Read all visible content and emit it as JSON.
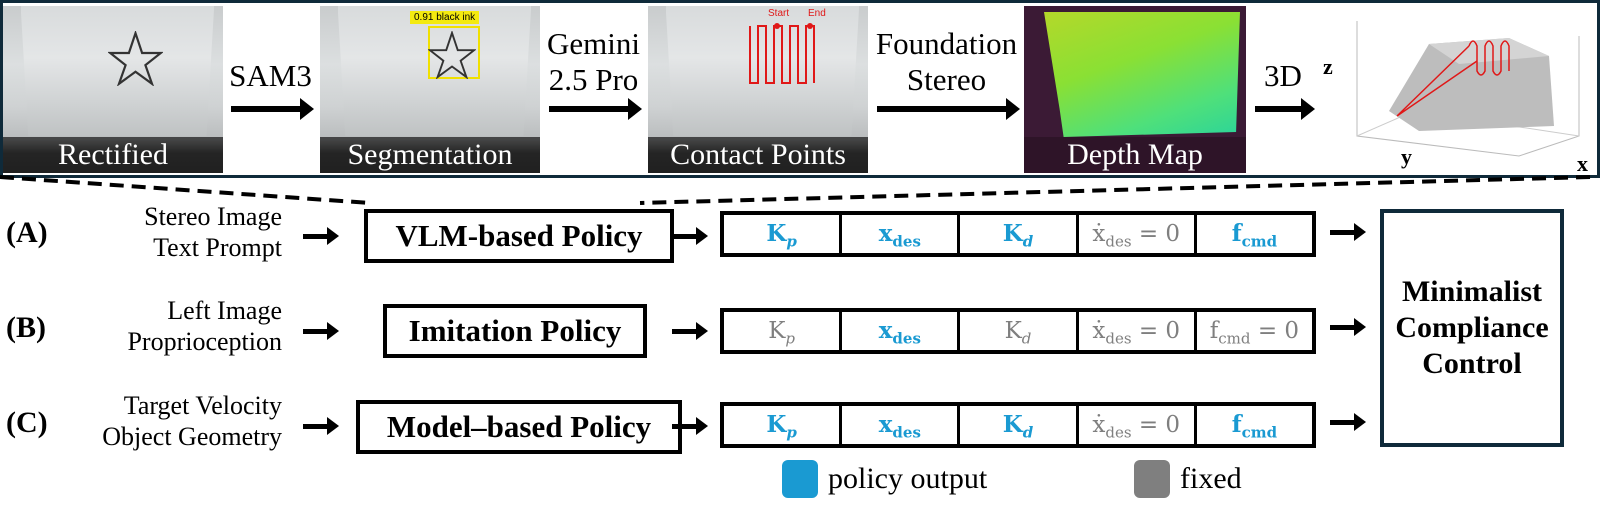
{
  "pipeline": {
    "panels": [
      {
        "caption": "Rectified"
      },
      {
        "caption": "Segmentation",
        "detection_label": "0.91 black ink"
      },
      {
        "caption": "Contact Points",
        "start_label": "Start",
        "end_label": "End"
      },
      {
        "caption": "Depth Map"
      },
      {
        "axis_x": "x",
        "axis_y": "y",
        "axis_z": "z"
      }
    ],
    "steps": [
      {
        "line1": "SAM3",
        "line2": ""
      },
      {
        "line1": "Gemini",
        "line2": "2.5 Pro"
      },
      {
        "line1": "Foundation",
        "line2": "Stereo"
      },
      {
        "line1": "3D",
        "line2": ""
      }
    ]
  },
  "rows": [
    {
      "tag": "(A)",
      "input1": "Stereo Image",
      "input2": "Text Prompt",
      "policy": "VLM-based Policy",
      "params": [
        {
          "base": "K",
          "sub": "p",
          "suffix": "",
          "kind": "policy"
        },
        {
          "base": "x",
          "sub": "des",
          "suffix": "",
          "kind": "policy"
        },
        {
          "base": "K",
          "sub": "d",
          "suffix": "",
          "kind": "policy"
        },
        {
          "base": "ẋ",
          "sub": "des",
          "suffix": " = 0",
          "kind": "fixed"
        },
        {
          "base": "f",
          "sub": "cmd",
          "suffix": "",
          "kind": "policy"
        }
      ]
    },
    {
      "tag": "(B)",
      "input1": "Left Image",
      "input2": "Proprioception",
      "policy": "Imitation Policy",
      "params": [
        {
          "base": "K",
          "sub": "p",
          "suffix": "",
          "kind": "fixed"
        },
        {
          "base": "x",
          "sub": "des",
          "suffix": "",
          "kind": "policy"
        },
        {
          "base": "K",
          "sub": "d",
          "suffix": "",
          "kind": "fixed"
        },
        {
          "base": "ẋ",
          "sub": "des",
          "suffix": " = 0",
          "kind": "fixed"
        },
        {
          "base": "f",
          "sub": "cmd",
          "suffix": " = 0",
          "kind": "fixed"
        }
      ]
    },
    {
      "tag": "(C)",
      "input1": "Target Velocity",
      "input2": "Object Geometry",
      "policy": "Model–based Policy",
      "params": [
        {
          "base": "K",
          "sub": "p",
          "suffix": "",
          "kind": "policy"
        },
        {
          "base": "x",
          "sub": "des",
          "suffix": "",
          "kind": "policy"
        },
        {
          "base": "K",
          "sub": "d",
          "suffix": "",
          "kind": "policy"
        },
        {
          "base": "ẋ",
          "sub": "des",
          "suffix": " = 0",
          "kind": "fixed"
        },
        {
          "base": "f",
          "sub": "cmd",
          "suffix": "",
          "kind": "policy"
        }
      ]
    }
  ],
  "controller": {
    "line1": "Minimalist",
    "line2": "Compliance",
    "line3": "Control"
  },
  "legend": {
    "policy_output": {
      "label": "policy output",
      "color": "#1a9ad2"
    },
    "fixed": {
      "label": "fixed",
      "color": "#7f7f7f"
    }
  }
}
